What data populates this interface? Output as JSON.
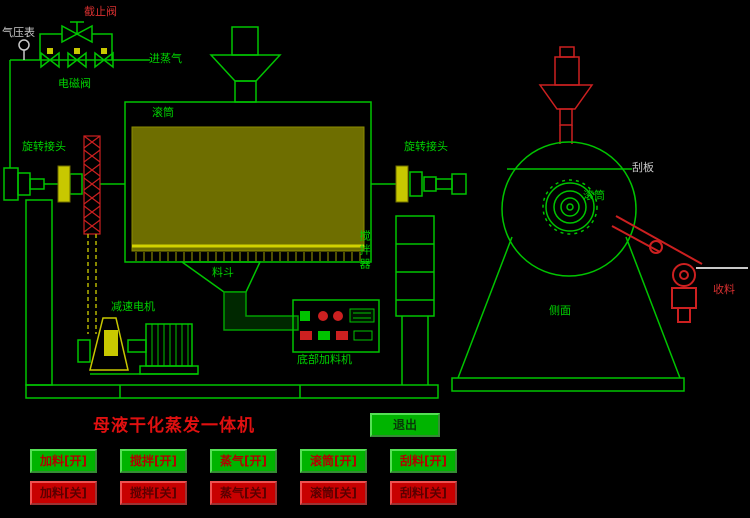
{
  "title": "母液干化蒸发一体机",
  "piping": {
    "stop_valve": "截止阀",
    "pressure_gauge": "气压表",
    "steam_inlet": "进蒸气",
    "solenoid_valve": "电磁阀"
  },
  "front_view": {
    "drum": "滚筒",
    "rotary_joint_left": "旋转接头",
    "rotary_joint_right": "旋转接头",
    "agitator": "搅拌器",
    "hopper": "料斗",
    "gear_motor": "减速电机",
    "bottom_feeder": "底部加料机"
  },
  "side_view": {
    "drum": "滚筒",
    "scraper": "刮板",
    "label": "侧面",
    "collect": "收料"
  },
  "controls": {
    "exit": "退出",
    "on": [
      "加料[开]",
      "搅拌[开]",
      "蒸气[开]",
      "滚筒[开]",
      "刮料[开]"
    ],
    "off": [
      "加料[关]",
      "搅拌[关]",
      "蒸气[关]",
      "滚筒[关]",
      "刮料[关]"
    ]
  },
  "colors": {
    "line_green": "#00c400",
    "fill_olive": "#6e6e00",
    "accent_yellow": "#c8c800",
    "accent_red": "#cc2020",
    "button_green": "#00b400",
    "button_red": "#c80000",
    "background": "#000000"
  }
}
